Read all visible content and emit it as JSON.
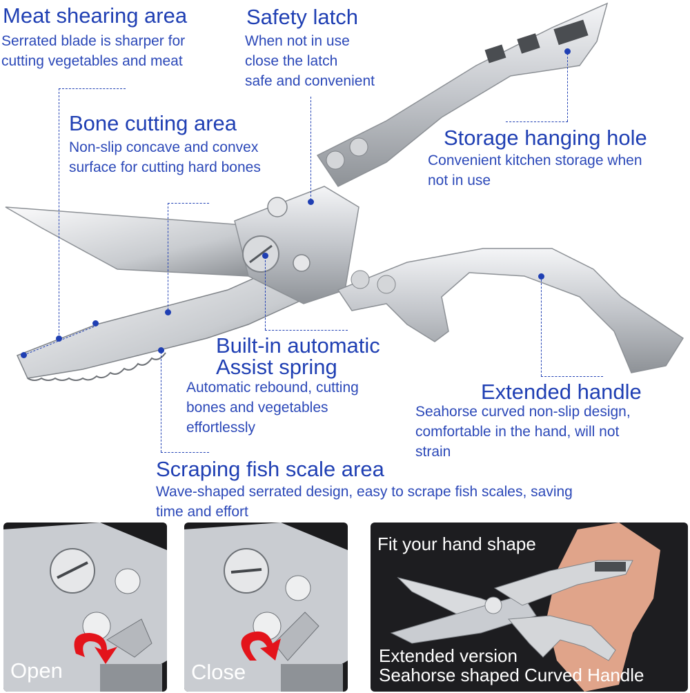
{
  "callouts": {
    "meat": {
      "title": "Meat shearing area",
      "desc_line1": "Serrated blade is sharper for",
      "desc_line2": "cutting vegetables and meat"
    },
    "latch": {
      "title": "Safety latch",
      "desc_line1": "When not in use",
      "desc_line2": "close the latch",
      "desc_line3": "safe and convenient"
    },
    "bone": {
      "title": "Bone cutting area",
      "desc_line1": "Non-slip concave and convex",
      "desc_line2": "surface for cutting hard bones"
    },
    "hole": {
      "title": "Storage hanging hole",
      "desc_line1": "Convenient kitchen storage when",
      "desc_line2": "not in use"
    },
    "spring": {
      "title_line1": "Built-in automatic",
      "title_line2": "Assist spring",
      "desc_line1": "Automatic rebound, cutting",
      "desc_line2": "bones and vegetables",
      "desc_line3": "effortlessly"
    },
    "handle": {
      "title": "Extended handle",
      "desc_line1": "Seahorse curved non-slip design,",
      "desc_line2": "comfortable in the hand, will not",
      "desc_line3": "strain"
    },
    "fish": {
      "title": "Scraping fish scale area",
      "desc_line1": "Wave-shaped serrated design, easy to scrape fish scales, saving",
      "desc_line2": "time and effort"
    }
  },
  "panels": {
    "open": {
      "label": "Open"
    },
    "close": {
      "label": "Close"
    },
    "hand": {
      "top_text": "Fit your hand shape",
      "bottom_line1": "Extended version",
      "bottom_line2": "Seahorse shaped Curved Handle"
    }
  },
  "colors": {
    "text_blue": "#1f3fb3",
    "steel": "#c9ccd1",
    "panel_bg": "#1b1b1d",
    "arrow_red": "#e3141b"
  }
}
